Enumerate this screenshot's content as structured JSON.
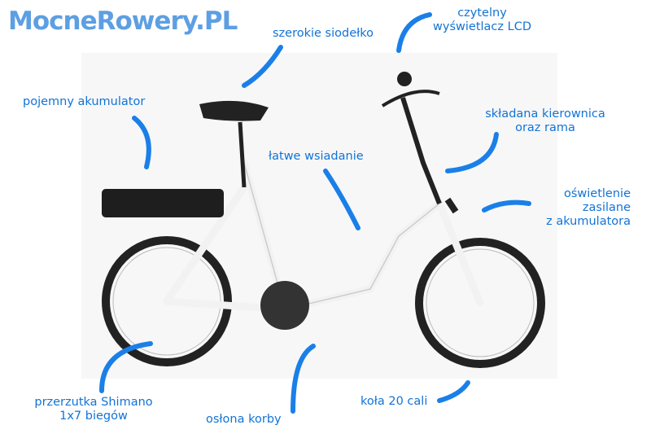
{
  "logo": "MocneRowery.PL",
  "accent": "#1a7fe8",
  "labels": {
    "saddle": "szerokie siodełko",
    "lcd1": "czytelny",
    "lcd2": "wyświetlacz LCD",
    "battery": "pojemny akumulator",
    "fold1": "składana kierownica",
    "fold2": "oraz rama",
    "easy": "łatwe wsiadanie",
    "light1": "oświetlenie",
    "light2": "zasilane",
    "light3": "z akumulatora",
    "shimano1": "przerzutka Shimano",
    "shimano2": "1x7 biegów",
    "crank": "osłona korby",
    "wheels": "koła 20 cali"
  }
}
